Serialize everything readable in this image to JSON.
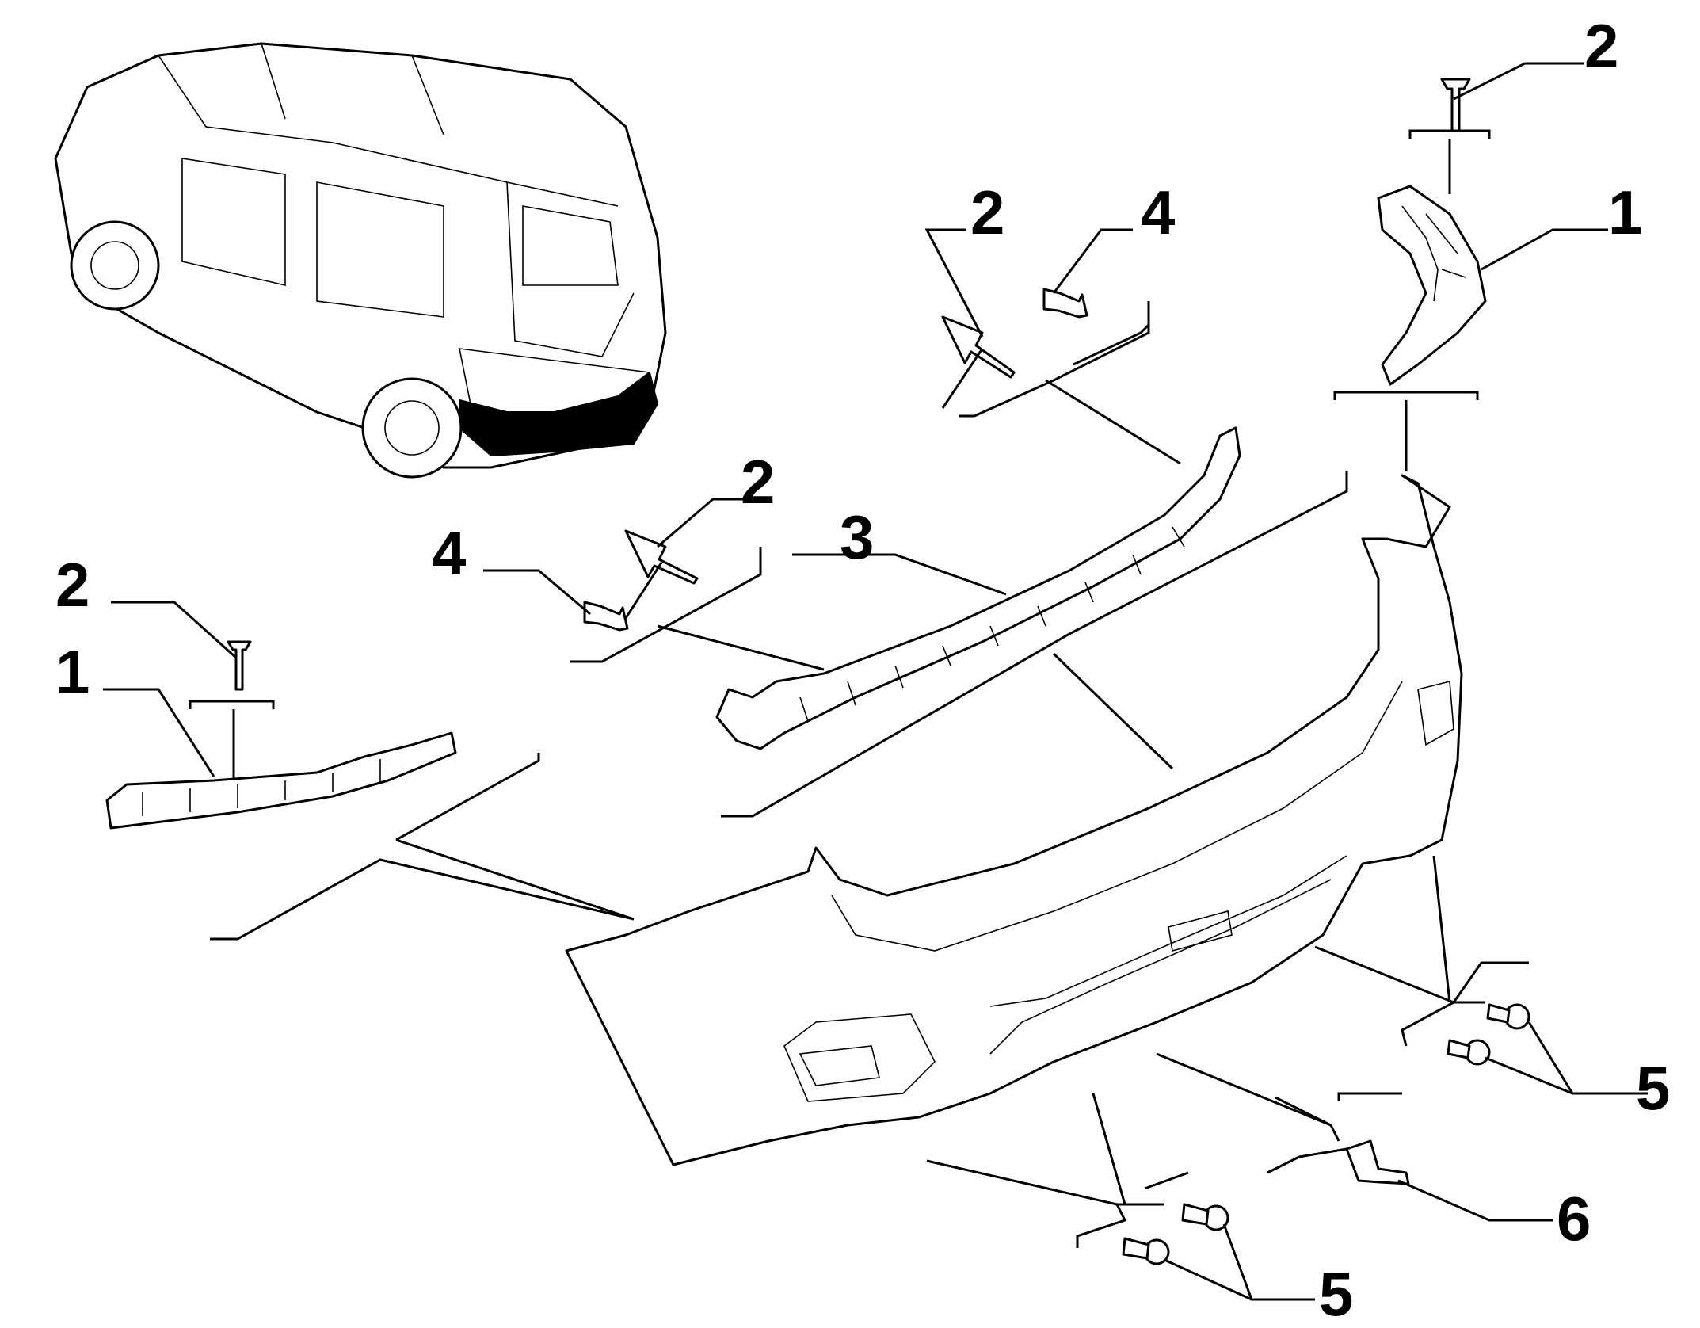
{
  "callouts": [
    {
      "id": "c1",
      "label": "2"
    },
    {
      "id": "c2",
      "label": "1"
    },
    {
      "id": "c3",
      "label": "2"
    },
    {
      "id": "c4",
      "label": "4"
    },
    {
      "id": "c5",
      "label": "2"
    },
    {
      "id": "c6",
      "label": "4"
    },
    {
      "id": "c7",
      "label": "3"
    },
    {
      "id": "c8",
      "label": "2"
    },
    {
      "id": "c9",
      "label": "1"
    },
    {
      "id": "c10",
      "label": "5"
    },
    {
      "id": "c11",
      "label": "6"
    },
    {
      "id": "c12",
      "label": "5"
    }
  ]
}
